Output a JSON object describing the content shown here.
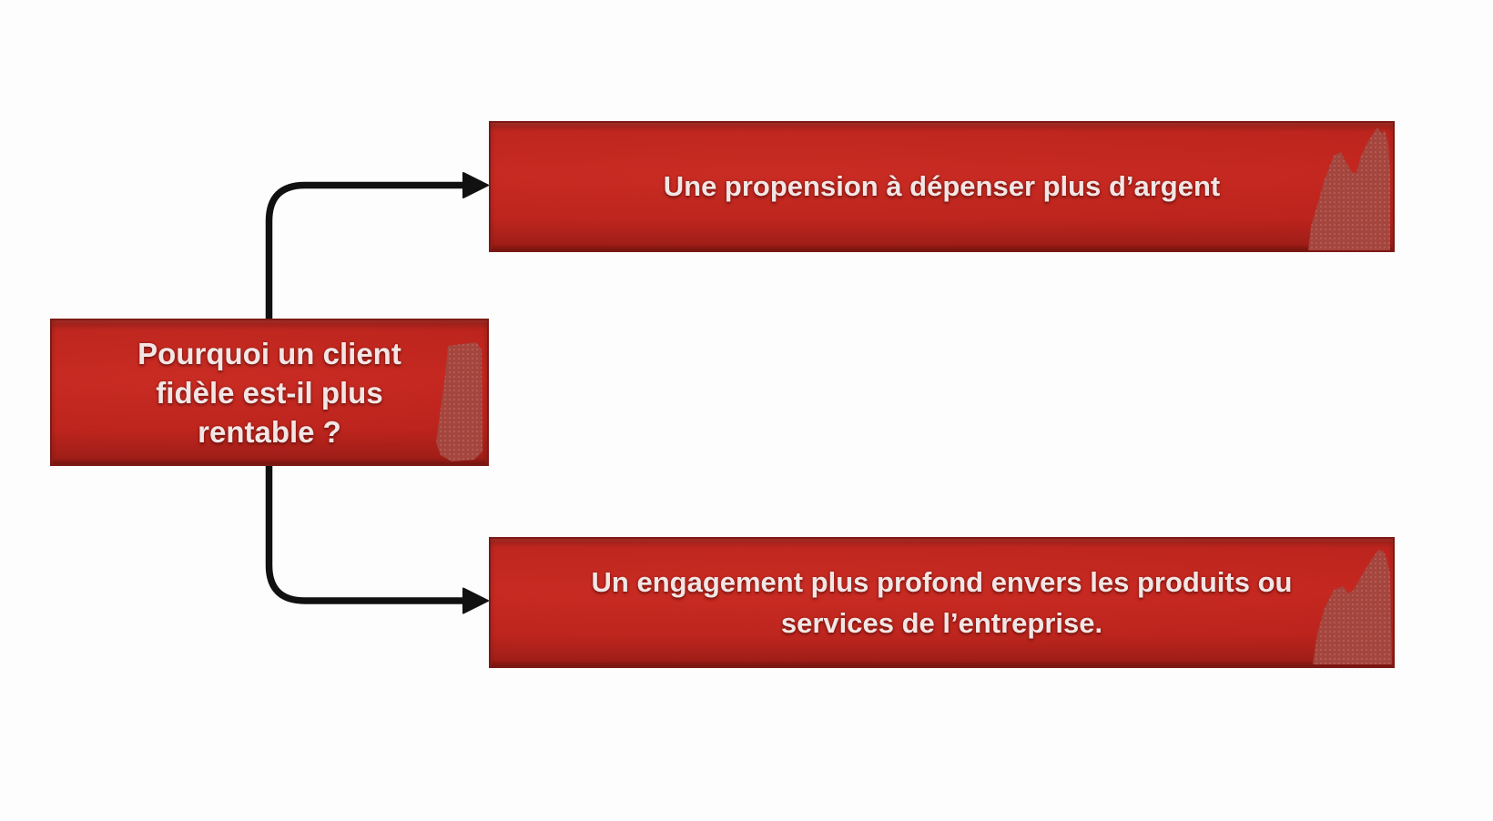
{
  "diagram": {
    "type": "flowchart",
    "language": "fr",
    "question_node": {
      "full_text": "Pourquoi un client fidèle est-il plus rentable ?",
      "lines": [
        "Pourquoi un client",
        "fidèle est-il plus",
        "rentable ?"
      ]
    },
    "answer_nodes": [
      {
        "id": "propension",
        "full_text": "Une propension à dépenser plus d’argent",
        "lines": [
          "Une propension à dépenser plus d’argent"
        ]
      },
      {
        "id": "engagement",
        "full_text": "Un engagement plus profond envers les produits ou services de l’entreprise.",
        "lines": [
          "Un engagement plus profond envers les produits ou",
          "services de l’entreprise."
        ]
      }
    ],
    "connectors": [
      {
        "from": "question",
        "to": "propension",
        "style": "elbow-arrow"
      },
      {
        "from": "question",
        "to": "engagement",
        "style": "elbow-arrow"
      }
    ],
    "colors": {
      "node_fill": "#c0241d",
      "node_border": "#7d1a15",
      "node_text": "#f2e6e5",
      "texture_blob": "#a4453e",
      "arrow": "#111111",
      "background": "#fdfdfd"
    }
  }
}
